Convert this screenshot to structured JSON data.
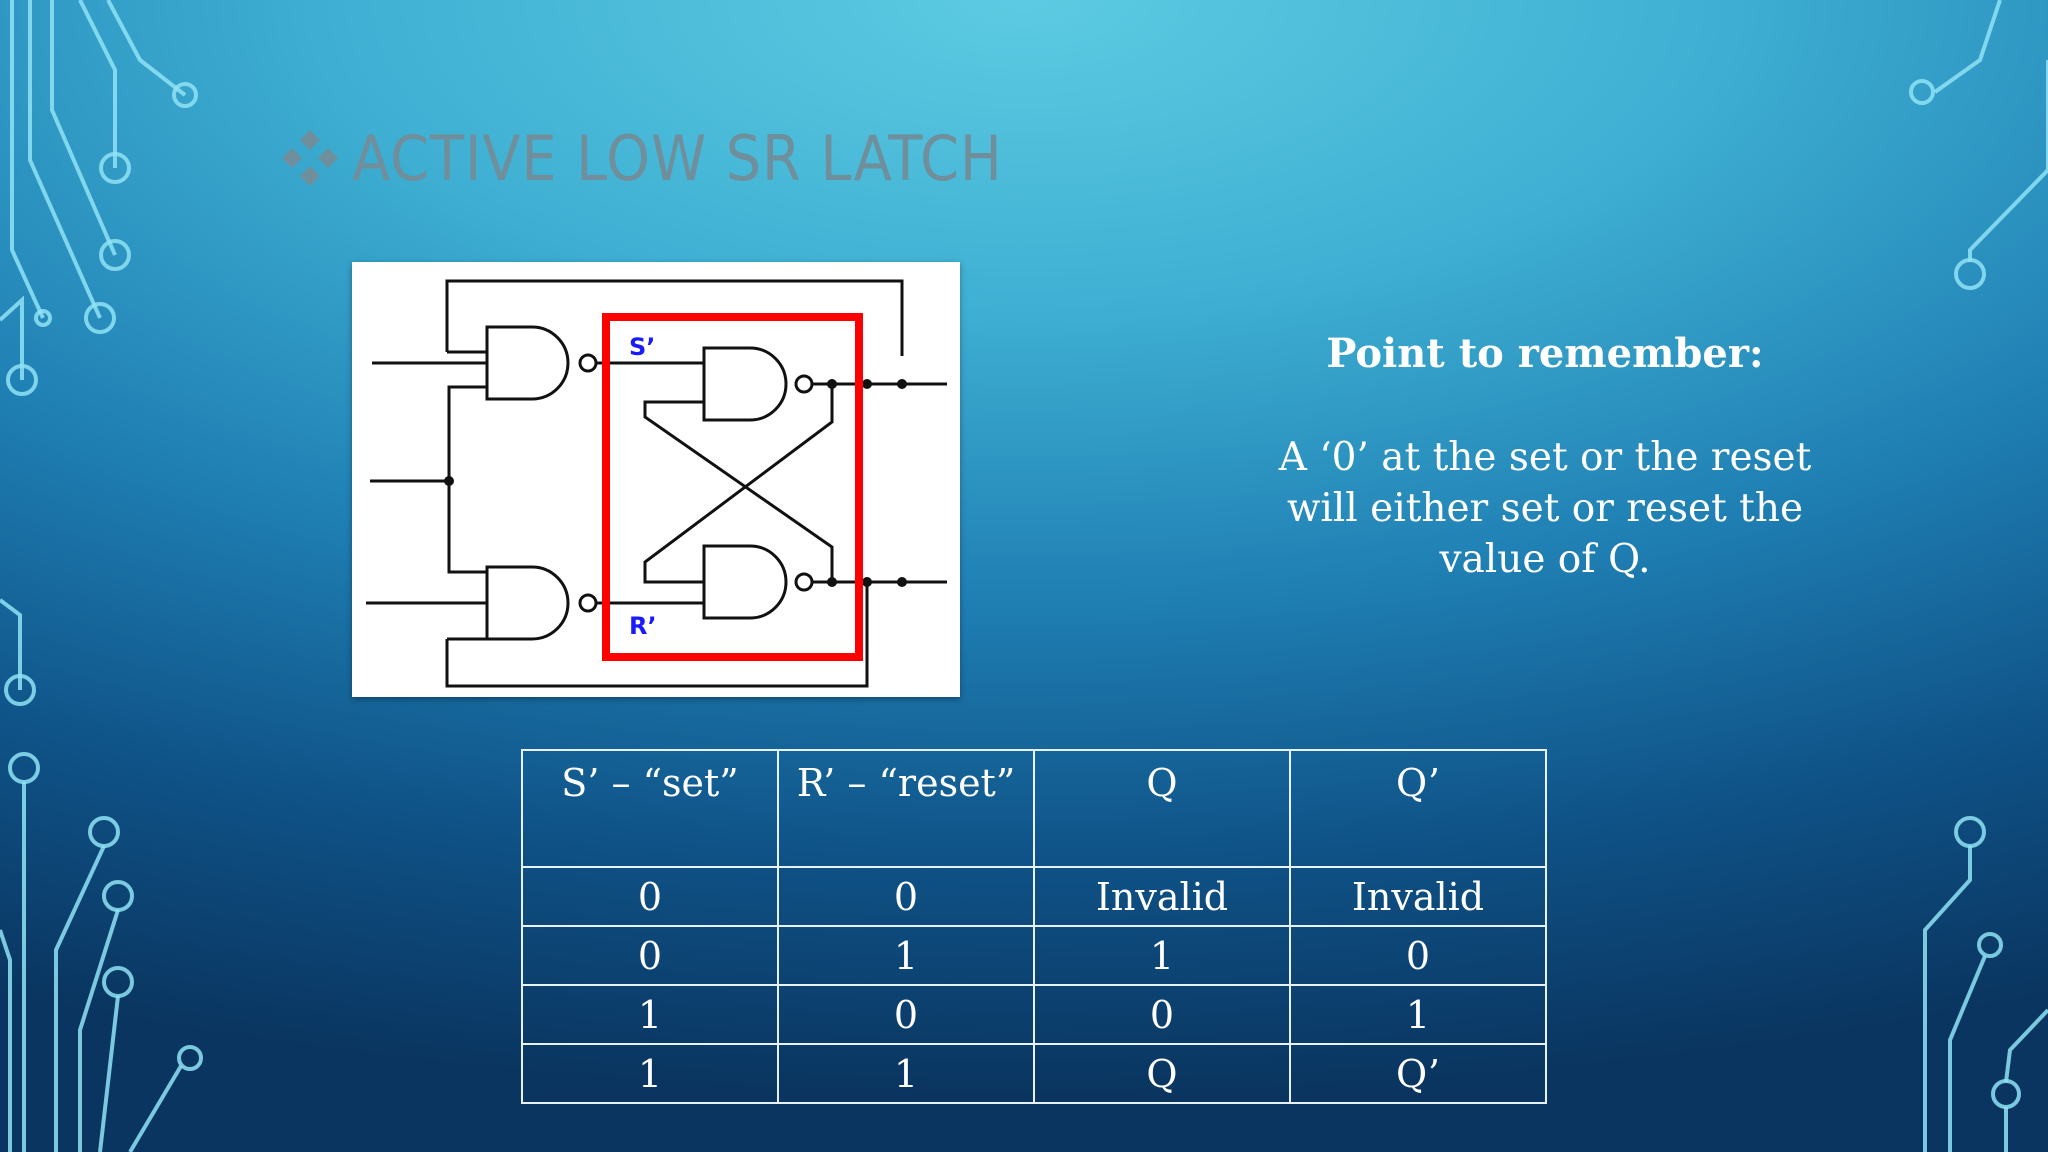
{
  "slide": {
    "title": "ACTIVE LOW SR LATCH",
    "accent_color": "#6f8f9c",
    "bullet_icon": "diamond-cluster-icon"
  },
  "diagram": {
    "label_s": "S’",
    "label_r": "R’",
    "highlight_color": "#ff0000",
    "label_color": "#1a1aff"
  },
  "note": {
    "heading": "Point to remember:",
    "body": "A ‘0’ at the set or the reset will either set or reset the value of Q."
  },
  "truth_table": {
    "headers": [
      "S’ – “set”",
      "R’ – “reset”",
      "Q",
      "Q’"
    ],
    "rows": [
      [
        "0",
        "0",
        "Invalid",
        "Invalid"
      ],
      [
        "0",
        "1",
        "1",
        "0"
      ],
      [
        "1",
        "0",
        "0",
        "1"
      ],
      [
        "1",
        "1",
        "Q",
        "Q’"
      ]
    ]
  }
}
